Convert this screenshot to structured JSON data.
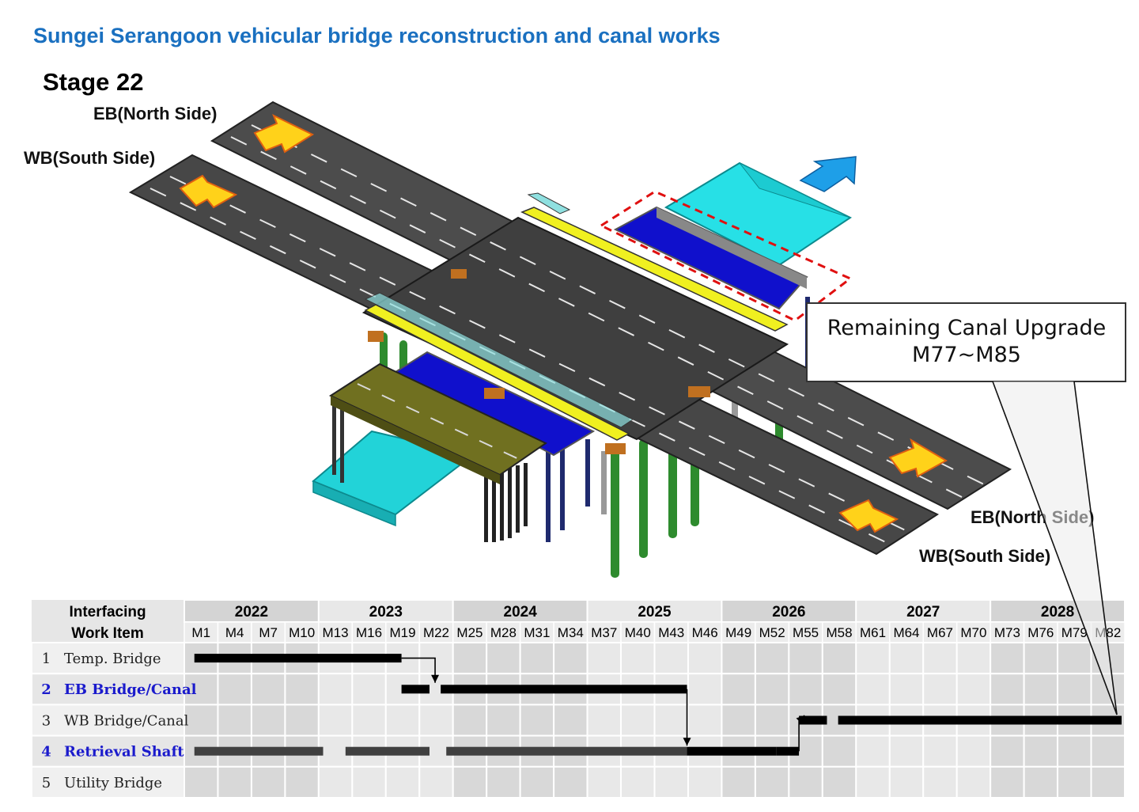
{
  "title": "Sungei Serangoon vehicular bridge reconstruction and canal works",
  "stage": "Stage 22",
  "labels": {
    "eb_top": "EB(North Side)",
    "wb_top": "WB(South Side)",
    "eb_bottom": "EB(North Side)",
    "wb_bottom": "WB(South Side)"
  },
  "callout": {
    "line1": "Remaining Canal Upgrade",
    "line2": "M77~M85"
  },
  "colors": {
    "title": "#1a70c0",
    "road": "#4a4a4a",
    "arrow": "#ffd21a",
    "canal": "#22d3d8",
    "canal_water": "#1010cc",
    "deck": "#f0f020",
    "pier_green": "#2e8b2e",
    "gantt_bar": "#000000",
    "gantt_bar_grey": "#404040",
    "blue_text": "#1a1acc",
    "dashed_box": "#e01010",
    "flow_arrow": "#1e9fe8"
  },
  "gantt": {
    "header_line1": "Interfacing",
    "header_line2": "Work Item",
    "years": [
      "2022",
      "2023",
      "2024",
      "2025",
      "2026",
      "2027",
      "2028"
    ],
    "months": [
      "M1",
      "M4",
      "M7",
      "M10",
      "M13",
      "M16",
      "M19",
      "M22",
      "M25",
      "M28",
      "M31",
      "M34",
      "M37",
      "M40",
      "M43",
      "M46",
      "M49",
      "M52",
      "M55",
      "M58",
      "M61",
      "M64",
      "M67",
      "M70",
      "M73",
      "M76",
      "M79",
      "M82"
    ],
    "rows": [
      {
        "num": "1",
        "label": "Temp. Bridge",
        "highlight": false
      },
      {
        "num": "2",
        "label": "EB Bridge/Canal",
        "highlight": true
      },
      {
        "num": "3",
        "label": "WB Bridge/Canal",
        "highlight": false
      },
      {
        "num": "4",
        "label": "Retrieval Shaft",
        "highlight": true
      },
      {
        "num": "5",
        "label": "Utility Bridge",
        "highlight": false
      }
    ],
    "bars": [
      {
        "row": 0,
        "segments": [
          [
            1,
            19.5
          ]
        ],
        "style": "black"
      },
      {
        "row": 1,
        "segments": [
          [
            19.5,
            22
          ],
          [
            23,
            45
          ]
        ],
        "style": "black"
      },
      {
        "row": 2,
        "segments": [
          [
            55,
            57.5
          ],
          [
            58.5,
            85
          ]
        ],
        "style": "black"
      },
      {
        "row": 3,
        "segments": [
          [
            1,
            12.5
          ],
          [
            14.5,
            22
          ],
          [
            23.5,
            45
          ]
        ],
        "style": "grey"
      },
      {
        "row": 3,
        "segments": [
          [
            45,
            53
          ],
          [
            53,
            55
          ]
        ],
        "style": "black"
      }
    ]
  }
}
